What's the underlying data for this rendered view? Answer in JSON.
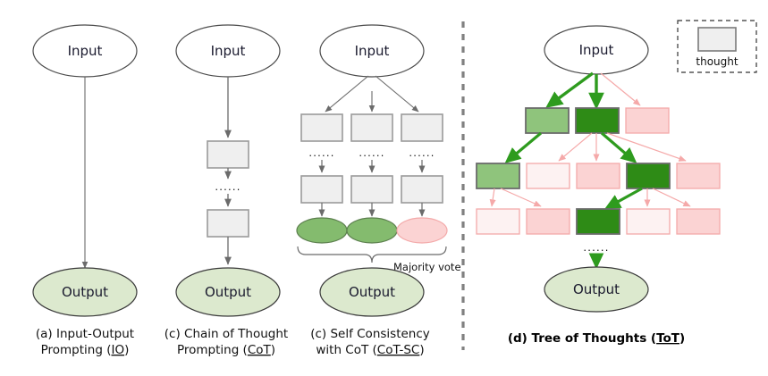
{
  "figure": {
    "title": "Prompting strategies comparison diagram",
    "legend": {
      "box_label": "thought",
      "border_style": "dashed"
    },
    "divider": {
      "style": "dashed",
      "color": "#808080"
    }
  },
  "colors": {
    "thought_gray_fill": "#EFEFEF",
    "thought_gray_stroke": "#9a9a9a",
    "output_ellipse_fill": "#DCE9CE",
    "output_ellipse_stroke": "#3a3a3a",
    "input_ellipse_fill": "#FFFFFF",
    "input_ellipse_stroke": "#4a4a4a",
    "green_mid_fill": "#84BB6E",
    "green_light_fill": "#8FC47C",
    "green_dark_fill": "#2E8B16",
    "green_arrow": "#2E9B1E",
    "pink_fill": "#FBD3D3",
    "pink_pale_fill": "#FDF2F2",
    "pink_stroke": "#F3A9A9",
    "pink_arrow": "#F5A9A9",
    "arrow_gray": "#6b6b6b",
    "text": "#1a1a2e"
  },
  "panels": [
    {
      "id": "io",
      "caption_lines": [
        "(a) Input-Output",
        "Prompting (IO)"
      ],
      "caption_underline": "IO",
      "input_label": "Input",
      "output_label": "Output",
      "thought_count": 0
    },
    {
      "id": "cot",
      "caption_lines": [
        "(c) Chain of Thought",
        "Prompting (CoT)"
      ],
      "caption_underline": "CoT",
      "input_label": "Input",
      "output_label": "Output",
      "thought_count": 2,
      "ellipsis": "......"
    },
    {
      "id": "cot-sc",
      "caption_lines": [
        "(c) Self Consistency",
        "with CoT (CoT-SC)"
      ],
      "caption_underline": "CoT-SC",
      "input_label": "Input",
      "output_label": "Output",
      "branches": 3,
      "ellipsis": "......",
      "majority_vote_label": "Majority vote",
      "leaf_states": [
        "green",
        "green",
        "pink"
      ]
    },
    {
      "id": "tot",
      "caption_lines": [
        "(d) Tree of Thoughts (ToT)"
      ],
      "caption_underline": "ToT",
      "input_label": "Input",
      "output_label": "Output",
      "ellipsis": "......",
      "levels": [
        {
          "nodes": [
            "green-light",
            "green-dark",
            "pink"
          ]
        },
        {
          "nodes": [
            "green-light",
            "pink-pale",
            "pink",
            "green-dark",
            "pink"
          ]
        },
        {
          "nodes": [
            "pink-pale",
            "pink",
            "green-dark",
            "pink-pale",
            "pink"
          ]
        }
      ]
    }
  ]
}
